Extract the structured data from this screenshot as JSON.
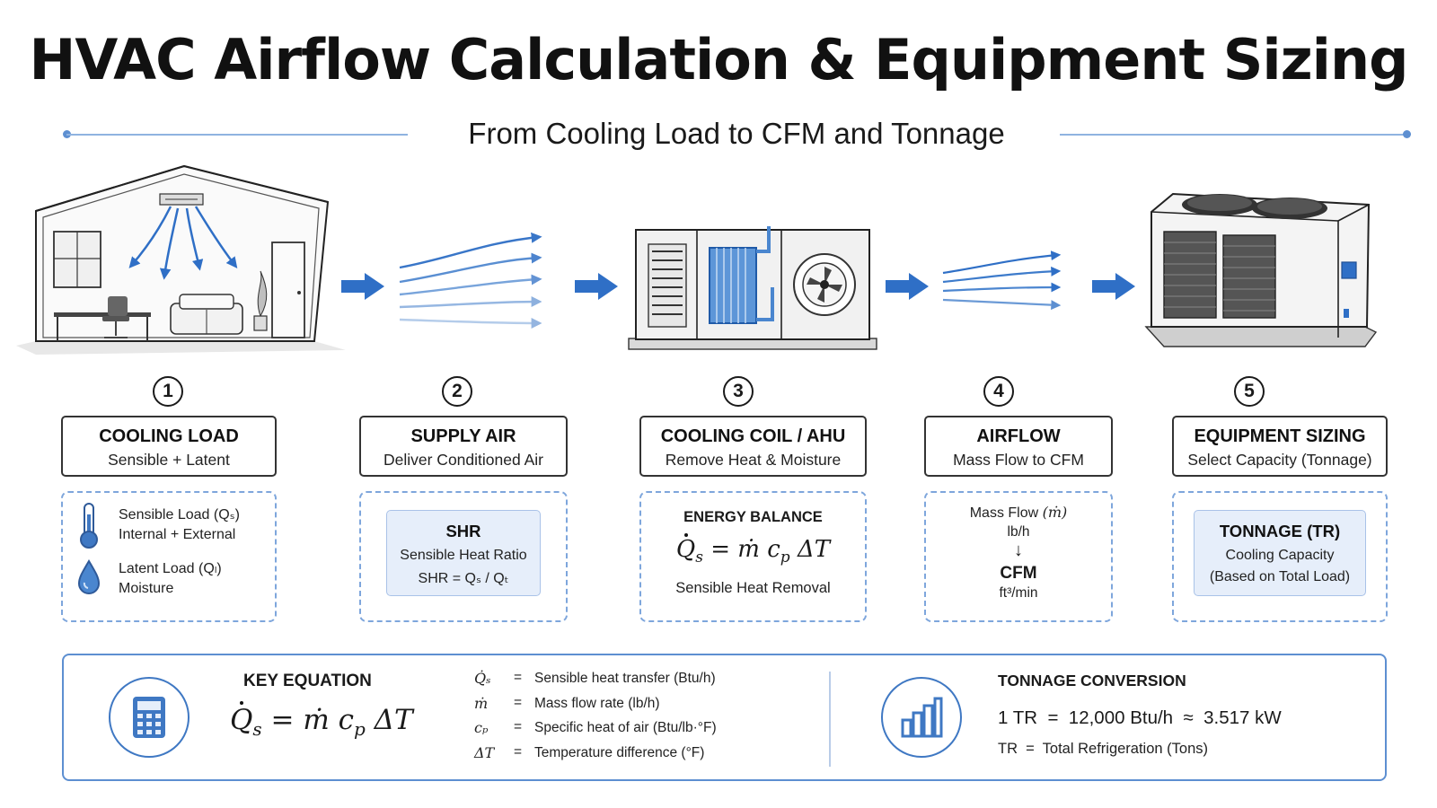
{
  "title": "HVAC Airflow Calculation & Equipment Sizing",
  "subtitle": "From Cooling Load to CFM and Tonnage",
  "colors": {
    "accent": "#2f6fc6",
    "light_accent": "#7ea6dc",
    "panel_fill": "#e6eefa"
  },
  "steps": [
    {
      "number": "1",
      "title": "COOLING LOAD",
      "subtitle": "Sensible + Latent"
    },
    {
      "number": "2",
      "title": "SUPPLY AIR",
      "subtitle": "Deliver Conditioned Air"
    },
    {
      "number": "3",
      "title": "COOLING COIL / AHU",
      "subtitle": "Remove Heat & Moisture"
    },
    {
      "number": "4",
      "title": "AIRFLOW",
      "subtitle": "Mass Flow to CFM"
    },
    {
      "number": "5",
      "title": "EQUIPMENT SIZING",
      "subtitle": "Select Capacity (Tonnage)"
    }
  ],
  "cards": {
    "load": {
      "sensible_label": "Sensible Load",
      "sensible_symbol": "(Qₛ)",
      "sensible_desc": "Internal + External",
      "latent_label": "Latent Load",
      "latent_symbol": "(Qₗ)",
      "latent_desc": "Moisture",
      "icons": [
        "thermometer-icon",
        "water-drop-icon"
      ]
    },
    "shr": {
      "title": "SHR",
      "line1": "Sensible Heat Ratio",
      "line2": "SHR = Qₛ / Qₜ"
    },
    "energy": {
      "title": "ENERGY BALANCE",
      "eq_q": "Q",
      "eq_sub": "s",
      "eq_rest": "= ṁ c",
      "eq_p": "p",
      "eq_dt": "ΔT",
      "caption": "Sensible Heat Removal"
    },
    "airflow": {
      "line1": "Mass Flow",
      "line1_symbol": "(ṁ)",
      "line2": "lb/h",
      "arrow": "↓",
      "line3": "CFM",
      "line4": "ft³/min"
    },
    "tonnage": {
      "title": "TONNAGE (TR)",
      "line1": "Cooling Capacity",
      "line2": "(Based on Total Load)"
    }
  },
  "key_equation": {
    "title": "KEY EQUATION",
    "eq_q": "Q",
    "eq_sub": "s",
    "eq_rest": "= ṁ c",
    "eq_p": "p",
    "eq_dt": "ΔT",
    "icon": "calculator-icon",
    "definitions": [
      {
        "symbol": "Q̇ₛ",
        "eq": "=",
        "text": "Sensible heat transfer (Btu/h)"
      },
      {
        "symbol": "ṁ",
        "eq": "=",
        "text": "Mass flow rate (lb/h)"
      },
      {
        "symbol": "cₚ",
        "eq": "=",
        "text": "Specific heat of air (Btu/lb·°F)"
      },
      {
        "symbol": "ΔT",
        "eq": "=",
        "text": "Temperature difference (°F)"
      }
    ]
  },
  "tonnage_conversion": {
    "title": "TONNAGE CONVERSION",
    "formula": "1 TR  =  12,000 Btu/h  ≈  3.517 kW",
    "note": "TR  =  Total Refrigeration (Tons)",
    "icon": "bar-chart-icon"
  }
}
